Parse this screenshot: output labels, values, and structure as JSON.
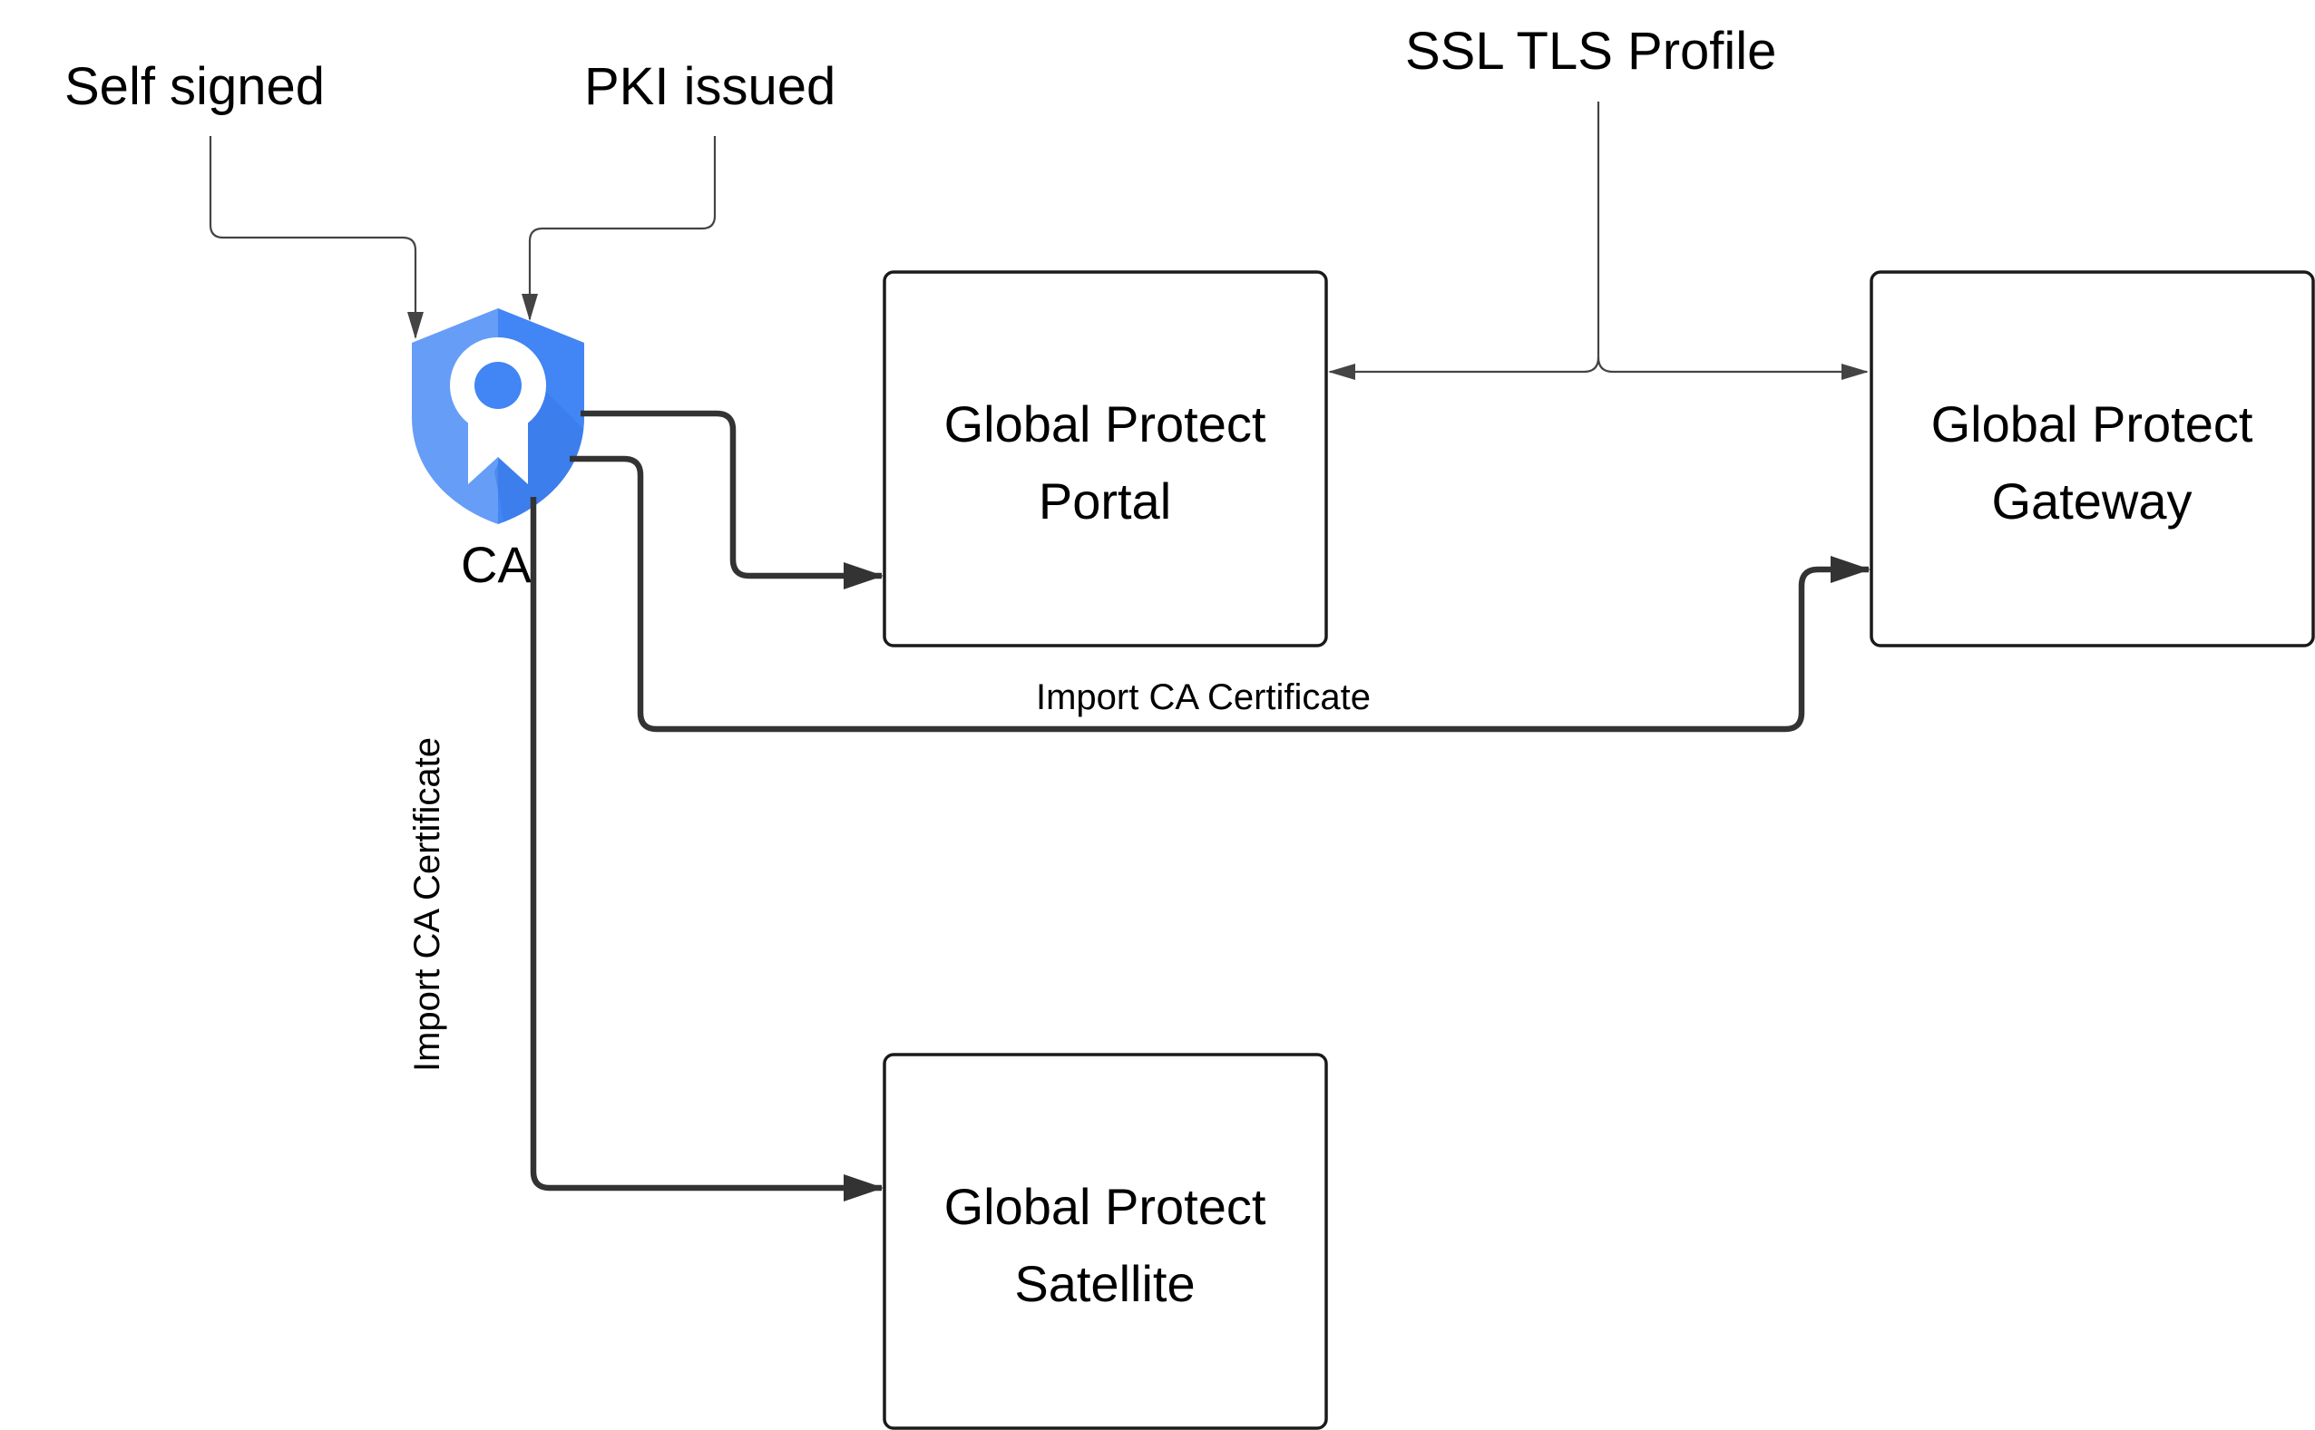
{
  "labels": {
    "self_signed": "Self signed",
    "pki_issued": "PKI issued",
    "ssl_tls_profile": "SSL TLS Profile",
    "ca": "CA",
    "import_ca_horizontal": "Import CA Certificate",
    "import_ca_vertical": "Import CA Certificate"
  },
  "nodes": {
    "portal": {
      "line1": "Global Protect",
      "line2": "Portal"
    },
    "gateway": {
      "line1": "Global Protect",
      "line2": "Gateway"
    },
    "satellite": {
      "line1": "Global Protect",
      "line2": "Satellite"
    }
  },
  "colors": {
    "shield_light": "#669df6",
    "shield_dark": "#4285f4",
    "line": "#333333"
  },
  "icons": {
    "ca": "certificate-shield-icon"
  }
}
